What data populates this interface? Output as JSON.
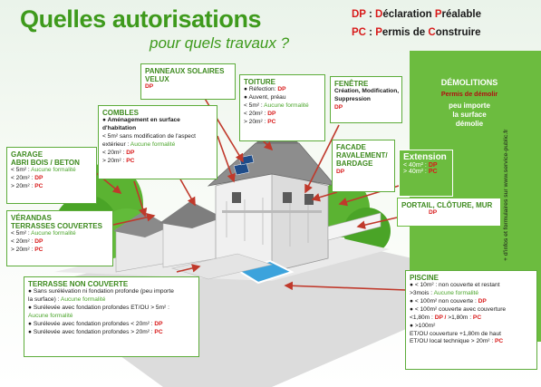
{
  "title": {
    "line1": "Quelles autorisations",
    "line2": "pour quels travaux ?"
  },
  "legend": [
    {
      "abbr": "DP",
      "sep": " : ",
      "words": [
        [
          "D",
          "éclaration "
        ],
        [
          "P",
          "réalable"
        ]
      ]
    },
    {
      "abbr": "PC",
      "sep": " : ",
      "words": [
        [
          "P",
          "ermis de "
        ],
        [
          "C",
          "onstruire"
        ]
      ]
    }
  ],
  "colors": {
    "accent_green": "#3e9a1c",
    "panel_green": "#6cbc3f",
    "red": "#d81a1a"
  },
  "demolitions": {
    "title": "DÉMOLITIONS",
    "sub": "Permis de démolir",
    "text": [
      "peu importe",
      "la surface",
      "démolie"
    ]
  },
  "side_text": "+ d'infos et formulaires sur www.service-public.fr",
  "extension": {
    "title": "Extension",
    "lines": [
      [
        "< 40m² : ",
        "DP"
      ],
      [
        "> 40m² : ",
        "PC"
      ]
    ]
  },
  "boxes": {
    "panneaux": {
      "title": [
        "PANNEAUX SOLAIRES",
        "VELUX"
      ],
      "lines": [
        [
          "",
          "DP"
        ]
      ]
    },
    "toiture": {
      "title": [
        "TOITURE"
      ],
      "lines": [
        [
          "● Réfection: ",
          "DP"
        ],
        [
          "● Auvent, préau",
          ""
        ],
        [
          "< 5m² : ",
          "Aucune formalité",
          "none"
        ],
        [
          "< 20m² : ",
          "DP"
        ],
        [
          "> 20m² : ",
          "PC"
        ]
      ]
    },
    "fenetre": {
      "title": [
        "FENÊTRE"
      ],
      "lines": [
        [
          "Création, Modification,",
          ""
        ],
        [
          "Suppression",
          ""
        ],
        [
          "",
          "DP"
        ]
      ]
    },
    "combles": {
      "title": [
        "COMBLES"
      ],
      "lines": [
        [
          "● Aménagement en surface",
          ""
        ],
        [
          "d'habitation",
          ""
        ],
        [
          "< 5m² sans modification de l'aspect",
          ""
        ],
        [
          "extérieur : ",
          "Aucune formalité",
          "none"
        ],
        [
          "< 20m² : ",
          "DP"
        ],
        [
          "> 20m² : ",
          "PC"
        ]
      ]
    },
    "facade": {
      "title": [
        "FACADE",
        "RAVALEMENT/",
        "BARDAGE"
      ],
      "lines": [
        [
          "",
          "DP"
        ]
      ]
    },
    "garage": {
      "title": [
        "GARAGE",
        "ABRI BOIS / BETON"
      ],
      "lines": [
        [
          "< 5m² : ",
          "Aucune formalité",
          "none"
        ],
        [
          "< 20m² : ",
          "DP"
        ],
        [
          "> 20m² : ",
          "PC"
        ]
      ]
    },
    "verandas": {
      "title": [
        "VÉRANDAS",
        "TERRASSES COUVERTES"
      ],
      "lines": [
        [
          "< 5m² : ",
          "Aucune formalité",
          "none"
        ],
        [
          "< 20m² : ",
          "DP"
        ],
        [
          "> 20m² : ",
          "PC"
        ]
      ]
    },
    "portail": {
      "title": [
        "PORTAIL, CLÔTURE, MUR"
      ],
      "lines": [
        [
          "",
          "DP"
        ]
      ]
    },
    "terrasse": {
      "title": [
        "TERRASSE NON COUVERTE"
      ],
      "lines": [
        [
          "● Sans surélévation ni fondation profonde (peu importe",
          ""
        ],
        [
          "la surface) : ",
          "Aucune formalité",
          "none"
        ],
        [
          "● Surélevée avec fondation profondes ET/OU > 5m² :",
          ""
        ],
        [
          "Aucune formalité",
          "",
          "none-only"
        ],
        [
          "● Surélevée avec fondation profondes < 20m² : ",
          "DP"
        ],
        [
          "● Surélevée avec fondation profondes > 20m² : ",
          "PC"
        ]
      ]
    },
    "piscine": {
      "title": [
        "PISCINE"
      ],
      "lines": [
        [
          "● < 10m² : non couverte et restant",
          ""
        ],
        [
          ">3mois : ",
          "Aucune formalité",
          "none"
        ],
        [
          "● < 100m² non couverte : ",
          "DP"
        ],
        [
          "● < 100m² couverte avec couverture",
          ""
        ],
        [
          "<1,80m : ",
          "DP / ",
          "dp-mid",
          ">1,80m : ",
          "PC"
        ],
        [
          "● >100m²",
          ""
        ],
        [
          "ET/OU couverture +1,80m de haut",
          ""
        ],
        [
          "ET/OU local technique > 20m² : ",
          "PC"
        ]
      ]
    }
  }
}
